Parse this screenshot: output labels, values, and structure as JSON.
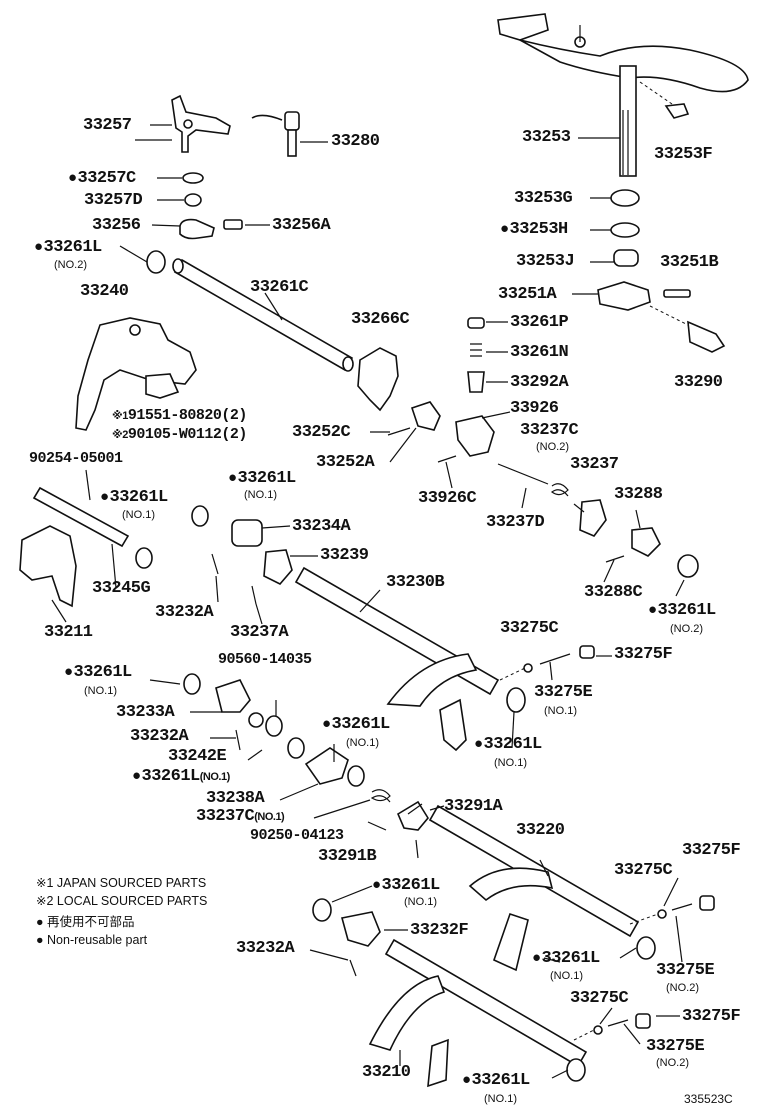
{
  "diagram": {
    "illustration_code": "335523C",
    "labels": {
      "p33257": "33257",
      "p33280": "33280",
      "p33257C": "33257C",
      "p33257D": "33257D",
      "p33256": "33256",
      "p33256A": "33256A",
      "p33261L_a": "33261L",
      "p33261L_a_sub": "(NO.2)",
      "p33240": "33240",
      "p33261C": "33261C",
      "p33266C": "33266C",
      "p91551": "91551-80820(2)",
      "p90105": "90105-W0112(2)",
      "p33252C": "33252C",
      "p33252A": "33252A",
      "p90254": "90254-05001",
      "p33261L_b": "33261L",
      "p33261L_b_sub": "(NO.1)",
      "p33261L_c": "33261L",
      "p33261L_c_sub": "(NO.1)",
      "p33234A": "33234A",
      "p33239": "33239",
      "p33245G": "33245G",
      "p33232A_a": "33232A",
      "p33237A": "33237A",
      "p33211": "33211",
      "p33253": "33253",
      "p33253F": "33253F",
      "p33253G": "33253G",
      "p33253H": "33253H",
      "p33253J": "33253J",
      "p33251B": "33251B",
      "p33251A": "33251A",
      "p33261P": "33261P",
      "p33261N": "33261N",
      "p33292A": "33292A",
      "p33290": "33290",
      "p33926": "33926",
      "p33237C_a": "33237C",
      "p33237C_a_sub": "(NO.2)",
      "p33926C": "33926C",
      "p33237": "33237",
      "p33288": "33288",
      "p33237D": "33237D",
      "p33288C": "33288C",
      "p33261L_d": "33261L",
      "p33261L_d_sub": "(NO.2)",
      "p33230B": "33230B",
      "p33275C_a": "33275C",
      "p33275F_a": "33275F",
      "p33275E_a": "33275E",
      "p33275E_a_sub": "(NO.1)",
      "p33261L_e": "33261L",
      "p33261L_e_sub": "(NO.1)",
      "p90560": "90560-14035",
      "p33261L_f": "33261L",
      "p33261L_f_sub": "(NO.1)",
      "p33233A": "33233A",
      "p33232A_b": "33232A",
      "p33242E": "33242E",
      "p33261L_g": "33261L",
      "p33261L_g_sub": "(NO.1)",
      "p33261L_h": "33261L",
      "p33261L_h_sub": "(NO.1)",
      "p33238A": "33238A",
      "p33237C_b": "33237C",
      "p33237C_b_sub": "(NO.1)",
      "p33291A": "33291A",
      "p90250": "90250-04123",
      "p33291B": "33291B",
      "p33220": "33220",
      "p33275F_b": "33275F",
      "p33275C_b": "33275C",
      "p33261L_i": "33261L",
      "p33261L_i_sub": "(NO.1)",
      "p33232F": "33232F",
      "p33232A_c": "33232A",
      "p33261L_j": "33261L",
      "p33261L_j_sub": "(NO.1)",
      "p33275E_b": "33275E",
      "p33275E_b_sub": "(NO.2)",
      "p33275C_c": "33275C",
      "p33275F_c": "33275F",
      "p33275E_c": "33275E",
      "p33275E_c_sub": "(NO.2)",
      "p33210": "33210",
      "p33261L_k": "33261L",
      "p33261L_k_sub": "(NO.1)"
    },
    "markers": {
      "filled_dot": "●",
      "note1": "※1",
      "note2": "※2"
    },
    "legend": {
      "japan": "※1 JAPAN SOURCED PARTS",
      "local": "※2 LOCAL SOURCED PARTS",
      "nonreuse_jp": "● 再使用不可部品",
      "nonreuse_en": "● Non-reusable part"
    }
  }
}
